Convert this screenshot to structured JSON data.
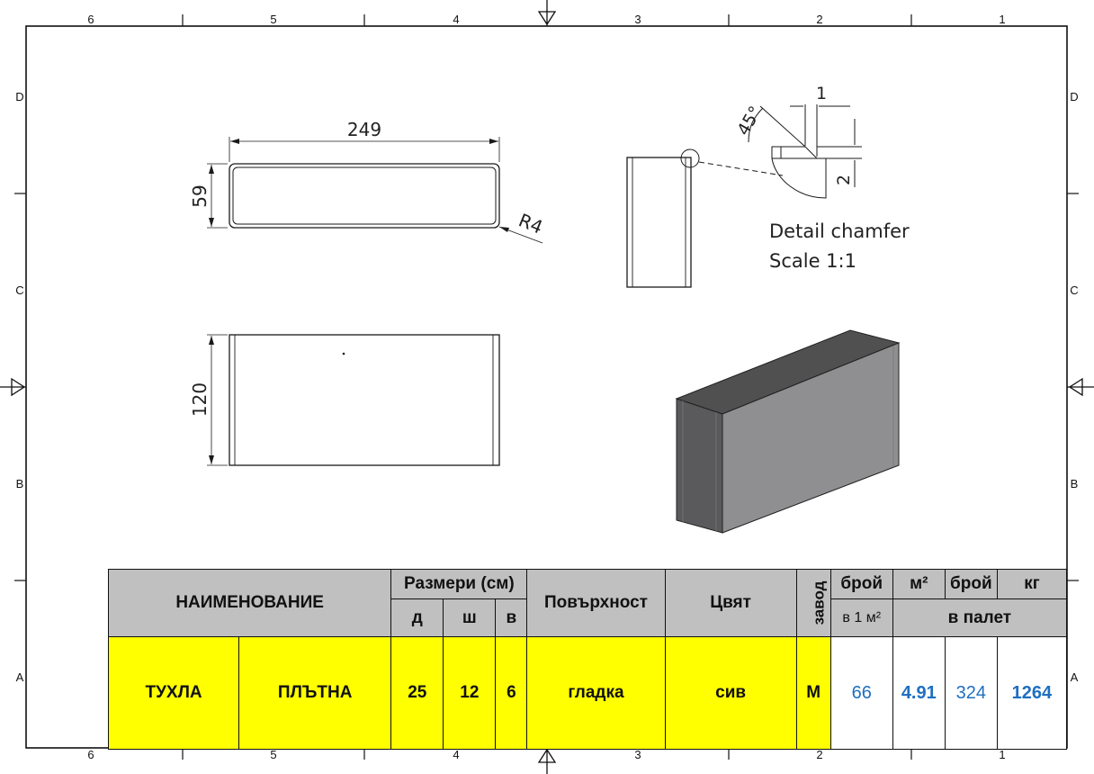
{
  "border": {
    "column_labels": [
      "6",
      "5",
      "4",
      "3",
      "2",
      "1"
    ],
    "row_labels": [
      "D",
      "C",
      "B",
      "A"
    ]
  },
  "drawing": {
    "top_view": {
      "length": "249",
      "width": "59",
      "radius": "R4"
    },
    "front_view": {
      "height": "120"
    },
    "detail": {
      "angle": "45°",
      "dim_top": "1",
      "dim_side": "2",
      "title": "Detail chamfer",
      "scale": "Scale 1:1"
    },
    "colors": {
      "line": "#1a1a1a",
      "brick_top": "#505050",
      "brick_front": "#8f8f91",
      "brick_end": "#5a5a5c"
    }
  },
  "table": {
    "header": {
      "name": "НАИМЕНОВАНИЕ",
      "dimensions": "Размери (см)",
      "d": "д",
      "sh": "ш",
      "v": "в",
      "surface": "Повърхност",
      "color": "Цвят",
      "factory": "завод",
      "count": "брой",
      "per_m2": "в 1 м²",
      "m2": "м²",
      "count_pallet": "брой",
      "kg": "кг",
      "on_pallet": "в палет"
    },
    "row": {
      "name1": "ТУХЛА",
      "name2": "ПЛЪТНА",
      "d": "25",
      "sh": "12",
      "v": "6",
      "surface": "гладка",
      "color": "сив",
      "factory": "М",
      "per_m2": "66",
      "m2": "4.91",
      "count": "324",
      "kg": "1264"
    },
    "colors": {
      "header_bg": "#c0c0c0",
      "row_bg": "#ffff00",
      "value_blue": "#1f6fc0"
    }
  }
}
